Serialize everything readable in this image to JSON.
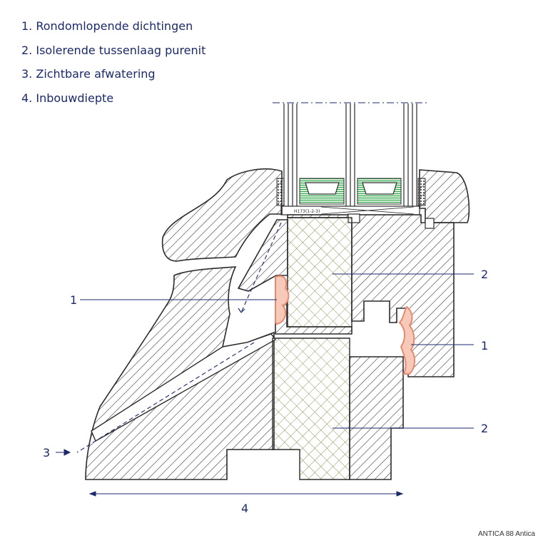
{
  "legend": {
    "items": [
      "1. Rondomlopende dichtingen",
      "2. Isolerende tussenlaag purenit",
      "3. Zichtbare afwatering",
      "4. Inbouwdiepte"
    ]
  },
  "callouts": {
    "seal_left": "1",
    "seal_right": "1",
    "insulation_top": "2",
    "insulation_bottom": "2",
    "drainage": "3",
    "depth": "4"
  },
  "glazing_code": "H173(1-2-3)",
  "caption": "ANTICA 88 Antica",
  "colors": {
    "text": "#1b2a6b",
    "section": "#2b2b2b",
    "insulation": "#8a8448",
    "seal": "#e88870",
    "spacer": "#2fa84a"
  }
}
